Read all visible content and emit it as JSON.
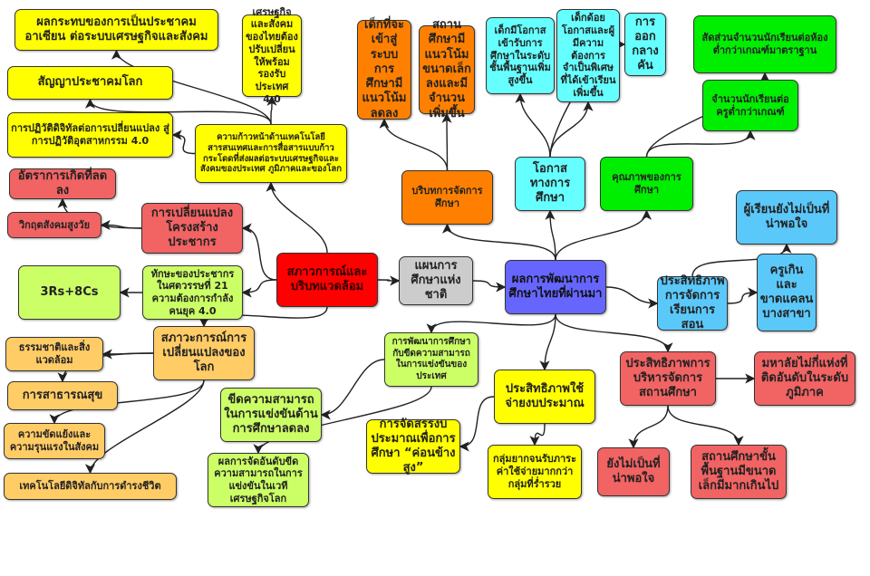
{
  "nodes": {
    "n1": "ผลกระทบของการเป็นประชาคมอาเซียน ต่อระบบเศรษฐกิจและสังคม",
    "n2": "สัญญาประชาคมโลก",
    "n3": "การปฏิวัติดิจิทัลต่อการเปลี่ยนแปลง สู่การปฏิวัติอุตสาหกรรม 4.0",
    "n4": "เศรษฐกิจและสังคมของไทยต้องปรับเปลี่ยนให้พร้อมรองรับประเทศ 4.0",
    "n5": "ความก้าวหน้าด้านเทคโนโลยีสารสนเทศและการสื่อสารแบบก้าวกระโดดที่ส่งผลต่อระบบเศรษฐกิจและสังคมของประเทศ ภูมิภาคและของโลก",
    "n6": "อัตราการเกิดที่ลดลง",
    "n7": "วิกฤตสังคมสูงวัย",
    "n8": "การเปลี่ยนแปลงโครงสร้างประชากร",
    "n9": "สภาวการณ์และบริบทแวดล้อม",
    "n10": "แผนการศึกษาแห่งชาติ",
    "n11": "ผลการพัฒนาการศึกษาไทยที่ผ่านมา",
    "n12": "ทักษะของประชากรในศตวรรษที่ 21 ความต้องการกำลังคนยุค 4.0",
    "n13": "3Rs+8Cs",
    "n14": "สภาวะการณ์การเปลี่ยนแปลงของโลก",
    "n15": "ธรรมชาติและสิ่งแวดล้อม",
    "n16": "การสาธารณสุข",
    "n17": "ความขัดแย้งและความรุนแรงในสังคม",
    "n18": "เทคโนโลยีดิจิทัลกับการดำรงชีวิต",
    "n19": "ขีดความสามารถในการแข่งขันด้านการศึกษาลดลง",
    "n20": "ผลการจัดอันดับขีดความสามารถในการแข่งขันในเวทีเศรษฐกิจโลก",
    "n21": "การพัฒนาการศึกษากับขีดความสามารถในการแข่งขันของประเทศ",
    "n22": "ประสิทธิภาพใช้จ่ายงบประมาณ",
    "n23": "การจัดสรรงบประมาณเพื่อการศึกษา “ค่อนข้างสูง”",
    "n24": "กลุ่มยากจนรับภาระค่าใช้จ่ายมากกว่ากลุ่มที่ร่ำรวย",
    "n25": "ประสิทธิภาพการบริหารจัดการสถานศึกษา",
    "n26": "มหาลัยไม่กี่แห่งที่ติดอันดับในระดับภูมิภาค",
    "n27": "ยังไม่เป็นที่น่าพอใจ",
    "n28": "สถานศึกษาขั้นพื้นฐานมีขนาดเล็กมีมากเกินไป",
    "n29": "ประสิทธิภาพการจัดการเรียนการสอน",
    "n30": "ครูเกินและขาดแคลนบางสาขา",
    "n31": "ผู้เรียนยังไม่เป็นที่น่าพอใจ",
    "n32": "คุณภาพของการศึกษา",
    "n33": "สัดส่วนจำนวนนักเรียนต่อห้องต่ำกว่าเกณฑ์มาตราฐาน",
    "n34": "จำนวนนักเรียนต่อครูต่ำกว่าเกณฑ์",
    "n35": "โอกาสทางการศึกษา",
    "n36": "เด็กมีโอกาสเข้ารับการศึกษาในระดับชั้นพื้นฐานเพิ่มสูงขึ้น",
    "n37": "เด็กด้อยโอกาสและผู้มีความต้องการจำเป็นพิเศษที่ได้เข้าเรียนเพิ่มขึ้น",
    "n38": "การออกกลางคัน",
    "n39": "บริบทการจัดการศึกษา",
    "n40": "เด็กที่จะเข้าสู่ระบบการศึกษามีแนวโน้มลดลง",
    "n41": "สถานศึกษามีแนวโน้มขนาดเล็กลงและมีจำนวนเพิ่มขึ้น"
  },
  "edges": [
    [
      "n9",
      "n5"
    ],
    [
      "n9",
      "n8"
    ],
    [
      "n9",
      "n12"
    ],
    [
      "n9",
      "n14"
    ],
    [
      "n9",
      "n10"
    ],
    [
      "n5",
      "n4"
    ],
    [
      "n5",
      "n1"
    ],
    [
      "n5",
      "n2"
    ],
    [
      "n5",
      "n3"
    ],
    [
      "n8",
      "n6"
    ],
    [
      "n8",
      "n7"
    ],
    [
      "n12",
      "n13"
    ],
    [
      "n14",
      "n15"
    ],
    [
      "n14",
      "n16"
    ],
    [
      "n14",
      "n17"
    ],
    [
      "n14",
      "n18"
    ],
    [
      "n10",
      "n11"
    ],
    [
      "n11",
      "n39"
    ],
    [
      "n11",
      "n35"
    ],
    [
      "n11",
      "n32"
    ],
    [
      "n11",
      "n29"
    ],
    [
      "n11",
      "n25"
    ],
    [
      "n11",
      "n22"
    ],
    [
      "n11",
      "n21"
    ],
    [
      "n39",
      "n40"
    ],
    [
      "n39",
      "n41"
    ],
    [
      "n35",
      "n36"
    ],
    [
      "n35",
      "n37"
    ],
    [
      "n35",
      "n38"
    ],
    [
      "n32",
      "n33"
    ],
    [
      "n32",
      "n34"
    ],
    [
      "n29",
      "n31"
    ],
    [
      "n29",
      "n30"
    ],
    [
      "n25",
      "n26"
    ],
    [
      "n25",
      "n27"
    ],
    [
      "n25",
      "n28"
    ],
    [
      "n22",
      "n23"
    ],
    [
      "n22",
      "n24"
    ],
    [
      "n21",
      "n19"
    ],
    [
      "n21",
      "n20"
    ]
  ],
  "colors": {
    "yellow": "#ffff00",
    "pink": "#f26363",
    "red": "#ff0000",
    "gray": "#cccccc",
    "purple": "#6666ff",
    "lime": "#ccff66",
    "peach": "#ffcc66",
    "orange": "#ff8000",
    "cyan": "#66ffff",
    "green": "#00ee00",
    "sky": "#5bc8fa"
  }
}
